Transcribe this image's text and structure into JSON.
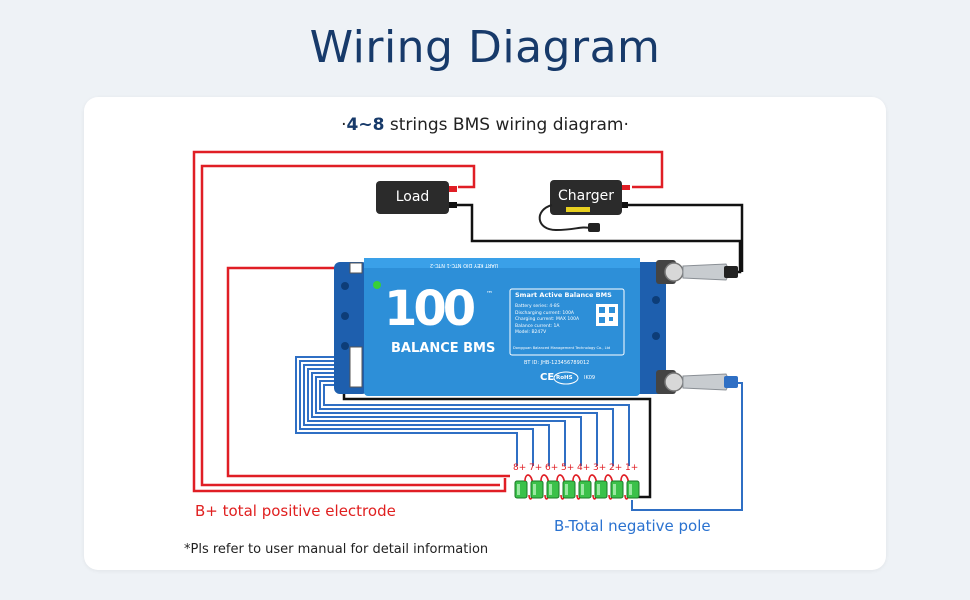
{
  "title": "Wiring Diagram",
  "subtitle": {
    "prefix": "·",
    "bold": "4~8",
    "rest": " strings BMS wiring diagram",
    "suffix": "·"
  },
  "load_label": "Load",
  "charger_label": "Charger",
  "bms": {
    "logo_number": "100",
    "trademark": "™",
    "logo_text": "BALANCE BMS",
    "label_title": "Smart Active Balance BMS",
    "label_lines": [
      "Battery series: 4-8S",
      "Discharging current: 100A",
      "Charging current: MAX 100A",
      "Balance current: 1A",
      "Model: B247V"
    ],
    "company": "Dongguan Balanced Management Technology Co., Ltd",
    "bt_id": "BT ID:  JHB-123456789012",
    "port_labels": "UART  KEY  DIO  NTC-1  NTC-2",
    "cert_ce": "CE",
    "cert_rohs": "RoHS",
    "ip": "IK09"
  },
  "cell_labels": [
    "8+",
    "7+",
    "6+",
    "5+",
    "4+",
    "3+",
    "2+",
    "1+"
  ],
  "label_positive": "B+ total positive electrode",
  "label_negative": "B-Total negative pole",
  "note": "*Pls refer to user manual for detail information",
  "colors": {
    "red_wire": "#e01e25",
    "black_wire": "#111111",
    "blue_wire": "#2f6fc4",
    "bms_body": "#2d8fd8",
    "cell_green": "#3bc14a",
    "title": "#173a6a"
  }
}
